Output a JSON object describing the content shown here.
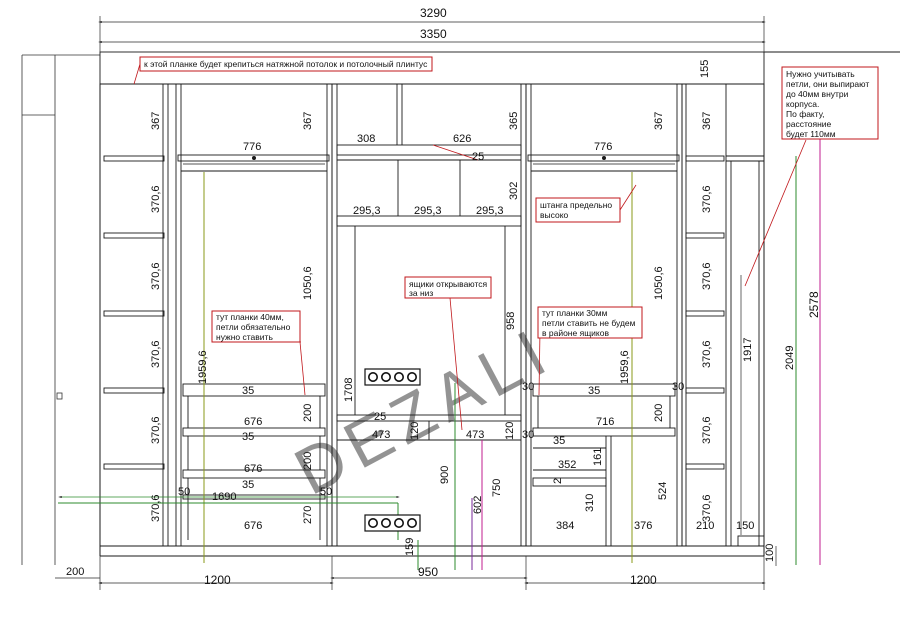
{
  "dims": {
    "total_inner": "3290",
    "total_outer": "3350",
    "top_strip": "155",
    "height_total": "2578",
    "height_2049": "2049",
    "height_1917": "1917",
    "plinth_100": "100",
    "side_200": "200",
    "bottom_left": "1200",
    "bottom_mid": "950",
    "bottom_right": "1200",
    "shelf_3706": "370,6",
    "top_367": "367",
    "width_776": "776",
    "width_308": "308",
    "width_626": "626",
    "height_365": "365",
    "height_302": "302",
    "width_2953": "295,3",
    "height_10506": "1050,6",
    "height_19596": "1959,6",
    "height_958": "958",
    "height_1708": "1708",
    "height_900": "900",
    "height_750": "750",
    "height_602": "602",
    "height_159": "159",
    "width_676": "676",
    "height_200": "200",
    "height_270": "270",
    "gap_35": "35",
    "gap_30": "30",
    "gap_25": "25",
    "gap_50": "50",
    "width_1690": "1690",
    "width_473": "473",
    "height_120": "120",
    "width_716": "716",
    "width_352": "352",
    "height_161": "161",
    "small_2": "2",
    "width_384": "384",
    "height_310": "310",
    "width_376": "376",
    "height_524": "524",
    "width_210": "210",
    "width_150": "150",
    "mark_25": "25"
  },
  "notes": {
    "ceiling_line": "к этой планке будет крепиться натяжной потолок и потолочный плинтус",
    "top_right": [
      "Нужно учитывать",
      "петли, они выпирают",
      "до 40мм внутри",
      "корпуса.",
      "По факту,",
      "расстояние",
      "будет 110мм"
    ],
    "rod": [
      "штанга предельно",
      "высоко"
    ],
    "drawers": [
      "ящики открываются",
      "за низ"
    ],
    "left_strips": [
      "тут планки 40мм,",
      "петли обязательно",
      "нужно ставить"
    ],
    "right_strips": [
      "тут планки 30мм",
      "петли ставить не будем",
      "в районе ящиков"
    ]
  },
  "watermark": "DEZALI",
  "colors": {
    "frame": "#1a1a1a",
    "dimension": "#2a2a2a",
    "accent_red": "#c0171b",
    "green": "#2e8b2e",
    "olive": "#8a9a1a",
    "magenta": "#c01c8f",
    "purple": "#7a2a9a",
    "orange": "#d9531e"
  },
  "icons": [
    "socket-block-icon"
  ]
}
